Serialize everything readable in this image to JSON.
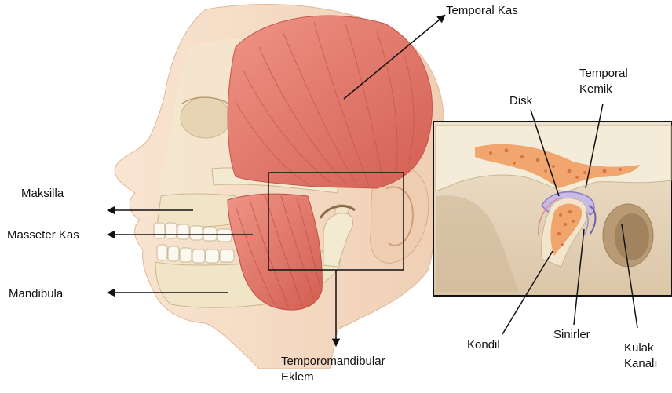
{
  "labels": {
    "temporal_kas": "Temporal Kas",
    "maksilla": "Maksilla",
    "masseter_kas": "Masseter Kas",
    "mandibula": "Mandibula",
    "temporomandibular_line1": "Temporomandibular",
    "temporomandibular_line2": "Eklem",
    "disk": "Disk",
    "temporal_kemik_line1": "Temporal",
    "temporal_kemik_line2": "Kemik",
    "kondil": "Kondil",
    "sinirler": "Sinirler",
    "kulak_kanali_line1": "Kulak",
    "kulak_kanali_line2": "Kanalı"
  },
  "colors": {
    "skin": "#f6dcc4",
    "skin_shadow": "#e8c2a2",
    "bone": "#f3ead2",
    "bone_shadow": "#d9caa6",
    "muscle": "#e2786a",
    "muscle_dark": "#c9554a",
    "marrow": "#e8904f",
    "inset_bg": "#e7d3b8",
    "line": "#111111"
  }
}
